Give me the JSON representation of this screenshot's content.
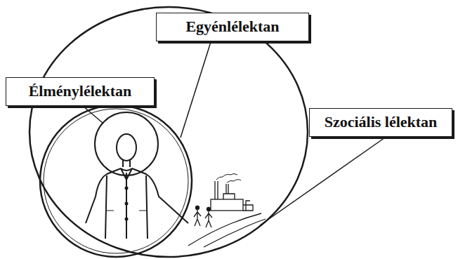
{
  "diagram": {
    "nodes": [
      {
        "text": [
          "Egyénlélektan"
        ]
      },
      {
        "text": [
          "Élménylélektan"
        ]
      },
      {
        "text": [
          "Szociális lélektan"
        ]
      }
    ]
  }
}
